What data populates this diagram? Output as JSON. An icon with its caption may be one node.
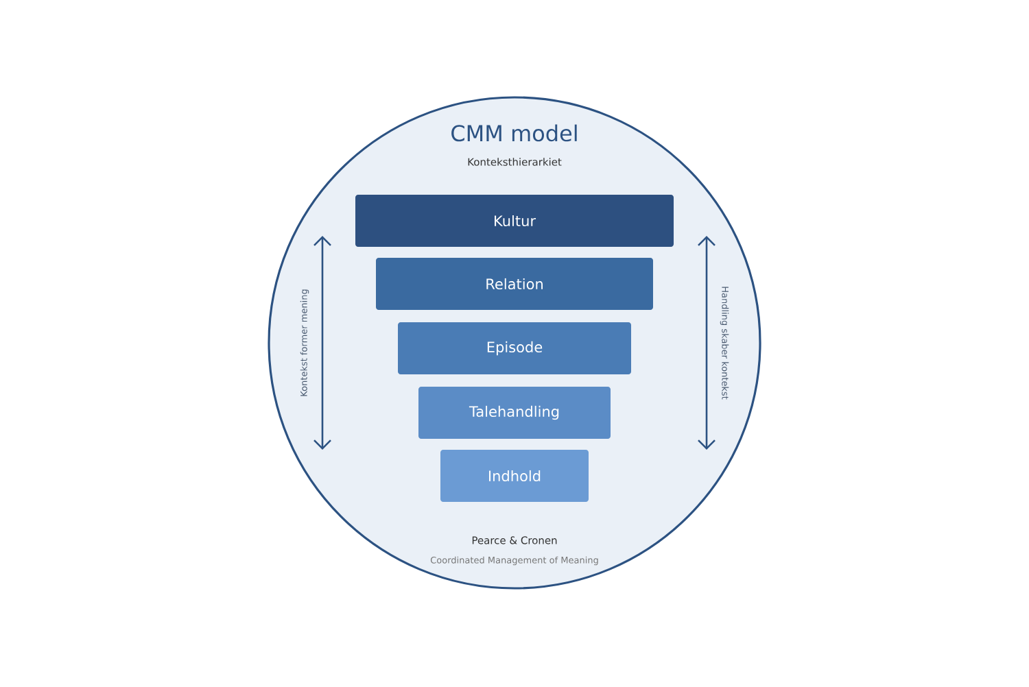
{
  "diagram": {
    "title": "CMM model",
    "nodes": [
      {
        "text": [],
        "shape": "circle"
      },
      {
        "text": [
          "Kultur"
        ],
        "in": 0
      },
      {
        "text": [
          "Relation"
        ],
        "in": 0
      },
      {
        "text": [
          "Episode"
        ],
        "in": 0
      },
      {
        "text": [
          "Talehandling"
        ],
        "in": 0
      },
      {
        "text": [
          "Indhold"
        ],
        "in": 0
      }
    ],
    "labels": [
      "Konteksthierarkiet",
      "Kontekst former mening",
      "Handling skaber kontekst",
      "Pearce & Cronen",
      "Coordinated Management of Meaning"
    ]
  }
}
